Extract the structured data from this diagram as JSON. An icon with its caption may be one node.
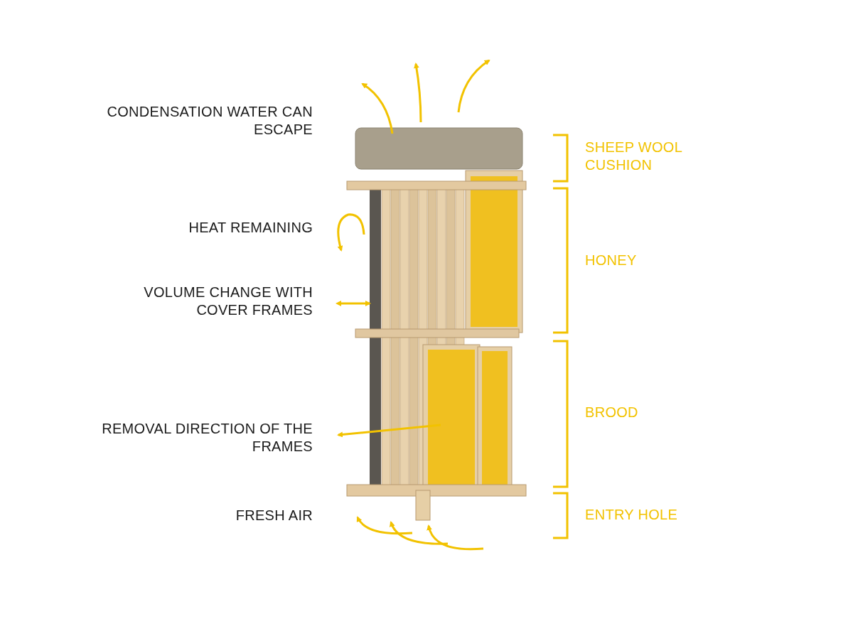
{
  "diagram": {
    "labels": [
      "CONDENSATION WATER CAN ESCAPE",
      "SHEEP WOOL CUSHION",
      "HEAT REMAINING",
      "HONEY",
      "VOLUME CHANGE WITH COVER FRAMES",
      "BROOD",
      "REMOVAL DIRECTION OF THE FRAMES",
      "ENTRY HOLE",
      "FRESH AIR"
    ]
  }
}
